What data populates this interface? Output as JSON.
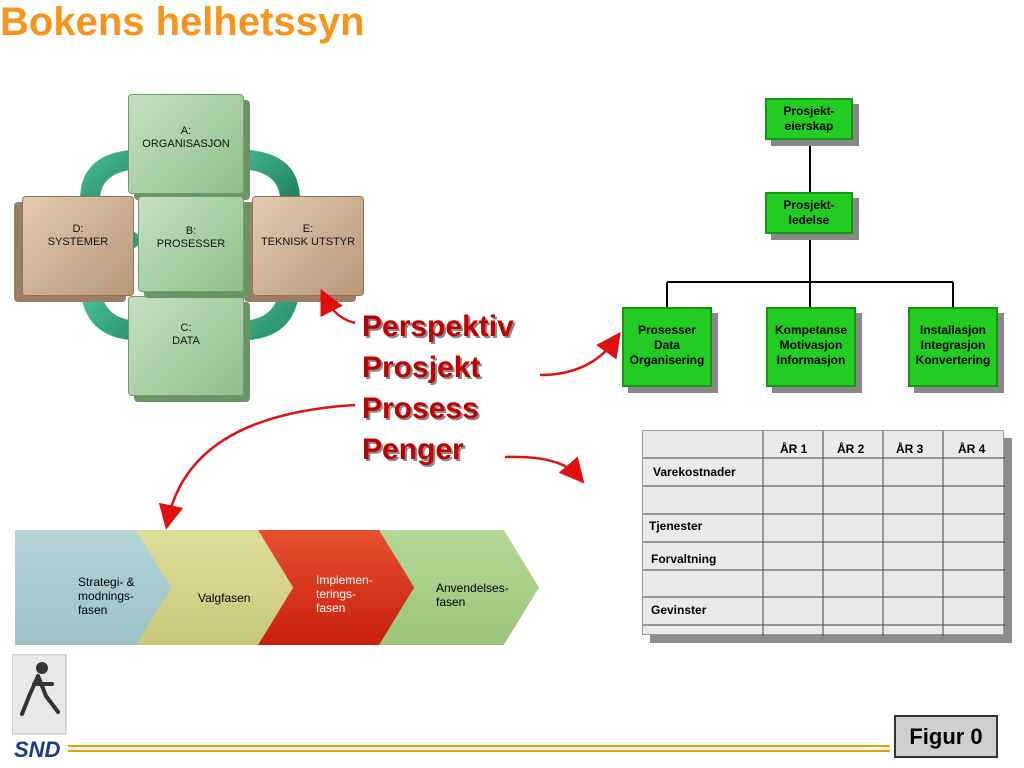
{
  "title": "Bokens helhetssyn",
  "cubes": {
    "a": {
      "line1": "A:",
      "line2": "ORGANISASJON"
    },
    "b": {
      "line1": "B:",
      "line2": "PROSESSER"
    },
    "c": {
      "line1": "C:",
      "line2": "DATA"
    },
    "d": {
      "line1": "D:",
      "line2": "SYSTEMER"
    },
    "e": {
      "line1": "E:",
      "line2": "TEKNISK UTSTYR"
    }
  },
  "words": [
    "Perspektiv",
    "Prosjekt",
    "Prosess",
    "Penger"
  ],
  "org": {
    "top": {
      "line1": "Prosjekt-",
      "line2": "eierskap"
    },
    "mid": {
      "line1": "Prosjekt-",
      "line2": "ledelse"
    },
    "children": [
      {
        "line1": "Prosesser",
        "line2": "Data",
        "line3": "Organisering"
      },
      {
        "line1": "Kompetanse",
        "line2": "Motivasjon",
        "line3": "Informasjon"
      },
      {
        "line1": "Installasjon",
        "line2": "Integrasjon",
        "line3": "Konvertering"
      }
    ]
  },
  "table": {
    "headers": [
      "ÅR 1",
      "ÅR 2",
      "ÅR 3",
      "ÅR 4"
    ],
    "rows": [
      "Varekostnader",
      "",
      "Tjenester",
      "Forvaltning",
      "",
      "Gevinster",
      ""
    ]
  },
  "phases": [
    {
      "line1": "Strategi- &",
      "line2": "modnings-",
      "line3": "fasen",
      "color": "#9CC2C6"
    },
    {
      "line1": "Valgfasen",
      "line2": "",
      "line3": "",
      "color": "#C8C87A"
    },
    {
      "line1": "Implemen-",
      "line2": "terings-",
      "line3": "fasen",
      "color": "#D42A0A"
    },
    {
      "line1": "Anvendelses-",
      "line2": "fasen",
      "line3": "",
      "color": "#9CC47A"
    }
  ],
  "logo": "SND",
  "figure_label": "Figur 0",
  "colors": {
    "title": "#F7941D",
    "words": "#C00000",
    "org": "#22CC22",
    "arrow": "#E01010",
    "cube_arrow": "#2E9B7A"
  }
}
